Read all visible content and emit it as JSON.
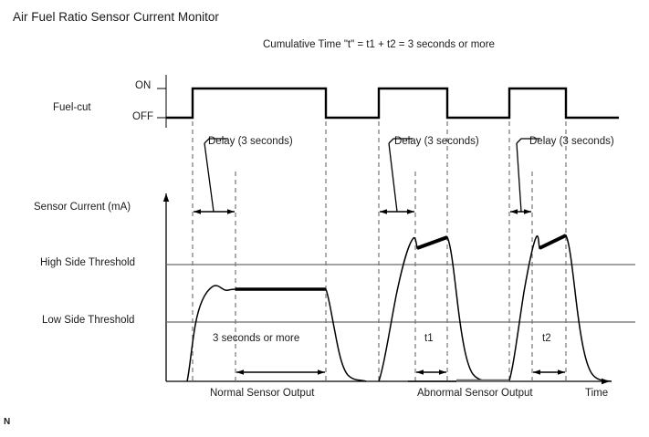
{
  "title": "Air Fuel Ratio Sensor Current Monitor",
  "subtitle": "Cumulative Time \"t\" = t1 + t2 = 3 seconds or more",
  "corner_mark": "N",
  "fuel_cut": {
    "row_label": "Fuel-cut",
    "state_high": "ON",
    "state_low": "OFF"
  },
  "axes": {
    "y_label": "Sensor Current (mA)",
    "high_threshold_label": "High Side Threshold",
    "low_threshold_label": "Low Side Threshold",
    "x_label": "Time"
  },
  "annotations": {
    "delay_1": "Delay (3 seconds)",
    "delay_2": "Delay (3 seconds)",
    "delay_3": "Delay (3 seconds)",
    "normal_duration": "3 seconds or more",
    "t1": "t1",
    "t2": "t2"
  },
  "regions": {
    "normal": "Normal Sensor Output",
    "abnormal": "Abnormal Sensor Output"
  },
  "colors": {
    "stroke": "#000000",
    "text": "#1a1a1a",
    "threshold_line": "#6b6b6b",
    "dashed_line": "#707070"
  },
  "chart_data": {
    "type": "line",
    "title": "Air Fuel Ratio Sensor Current Monitor",
    "subtitle": "Cumulative Time \"t\" = t1 + t2 = 3 seconds or more",
    "xlabel": "Time",
    "ylabel": "Sensor Current (mA)",
    "grid": false,
    "legend": "none",
    "xlim": [
      182,
      672
    ],
    "ylim": [
      418,
      210
    ],
    "reference_lines": [
      {
        "name": "High Side Threshold",
        "y": 290
      },
      {
        "name": "Low Side Threshold",
        "y": 353
      }
    ],
    "series": [
      {
        "name": "Fuel-cut",
        "type": "square-wave",
        "levels": {
          "OFF": 129,
          "ON": 97
        },
        "transitions": [
          {
            "x": 211,
            "to": "ON"
          },
          {
            "x": 357,
            "to": "OFF"
          },
          {
            "x": 415,
            "to": "ON"
          },
          {
            "x": 490,
            "to": "OFF"
          },
          {
            "x": 558,
            "to": "ON"
          },
          {
            "x": 620,
            "to": "OFF"
          }
        ]
      },
      {
        "name": "Normal Sensor Output",
        "type": "analog",
        "peak_below_high_threshold": true,
        "points": [
          [
            205,
            418
          ],
          [
            209,
            400
          ],
          [
            213,
            370
          ],
          [
            218,
            340
          ],
          [
            224,
            322
          ],
          [
            232,
            314
          ],
          [
            240,
            320
          ],
          [
            248,
            318
          ],
          [
            258,
            317
          ],
          [
            300,
            317
          ],
          [
            357,
            317
          ],
          [
            362,
            330
          ],
          [
            367,
            360
          ],
          [
            372,
            395
          ],
          [
            378,
            412
          ],
          [
            390,
            416
          ],
          [
            400,
            418
          ]
        ],
        "emphasis_segment": {
          "from": [
            258,
            317
          ],
          "to": [
            357,
            317
          ]
        }
      },
      {
        "name": "Abnormal Sensor Output Pulse 1",
        "type": "analog",
        "exceeds_high_threshold": true,
        "points": [
          [
            415,
            418
          ],
          [
            422,
            390
          ],
          [
            430,
            340
          ],
          [
            438,
            300
          ],
          [
            446,
            272
          ],
          [
            452,
            262
          ],
          [
            456,
            272
          ],
          [
            462,
            270
          ],
          [
            478,
            265
          ],
          [
            490,
            260
          ],
          [
            495,
            275
          ],
          [
            500,
            320
          ],
          [
            506,
            370
          ],
          [
            512,
            402
          ],
          [
            520,
            414
          ],
          [
            530,
            417
          ],
          [
            545,
            417
          ]
        ],
        "emphasis_segment": {
          "from": [
            456,
            272
          ],
          "to": [
            490,
            260
          ]
        }
      },
      {
        "name": "Abnormal Sensor Output Pulse 2",
        "type": "analog",
        "exceeds_high_threshold": true,
        "points": [
          [
            558,
            417
          ],
          [
            564,
            395
          ],
          [
            570,
            340
          ],
          [
            576,
            295
          ],
          [
            582,
            268
          ],
          [
            586,
            260
          ],
          [
            590,
            272
          ],
          [
            598,
            268
          ],
          [
            610,
            263
          ],
          [
            620,
            258
          ],
          [
            625,
            275
          ],
          [
            631,
            320
          ],
          [
            638,
            370
          ],
          [
            645,
            402
          ],
          [
            652,
            414
          ],
          [
            660,
            417
          ],
          [
            668,
            418
          ]
        ],
        "emphasis_segment": {
          "from": [
            590,
            272
          ],
          "to": [
            620,
            258
          ]
        }
      }
    ],
    "interval_markers": [
      {
        "label": "Delay (3 seconds)",
        "from": 211,
        "to": 258,
        "y": 232
      },
      {
        "label": "Delay (3 seconds)",
        "from": 415,
        "to": 455,
        "y": 232
      },
      {
        "label": "Delay (3 seconds)",
        "from": 558,
        "to": 583,
        "y": 232
      },
      {
        "label": "3 seconds or more",
        "from": 258,
        "to": 357,
        "y": 408
      },
      {
        "label": "t1",
        "from": 455,
        "to": 490,
        "y": 408
      },
      {
        "label": "t2",
        "from": 583,
        "to": 620,
        "y": 408
      }
    ],
    "vertical_guides": [
      211,
      258,
      357,
      415,
      455,
      490,
      558,
      583,
      620
    ]
  }
}
